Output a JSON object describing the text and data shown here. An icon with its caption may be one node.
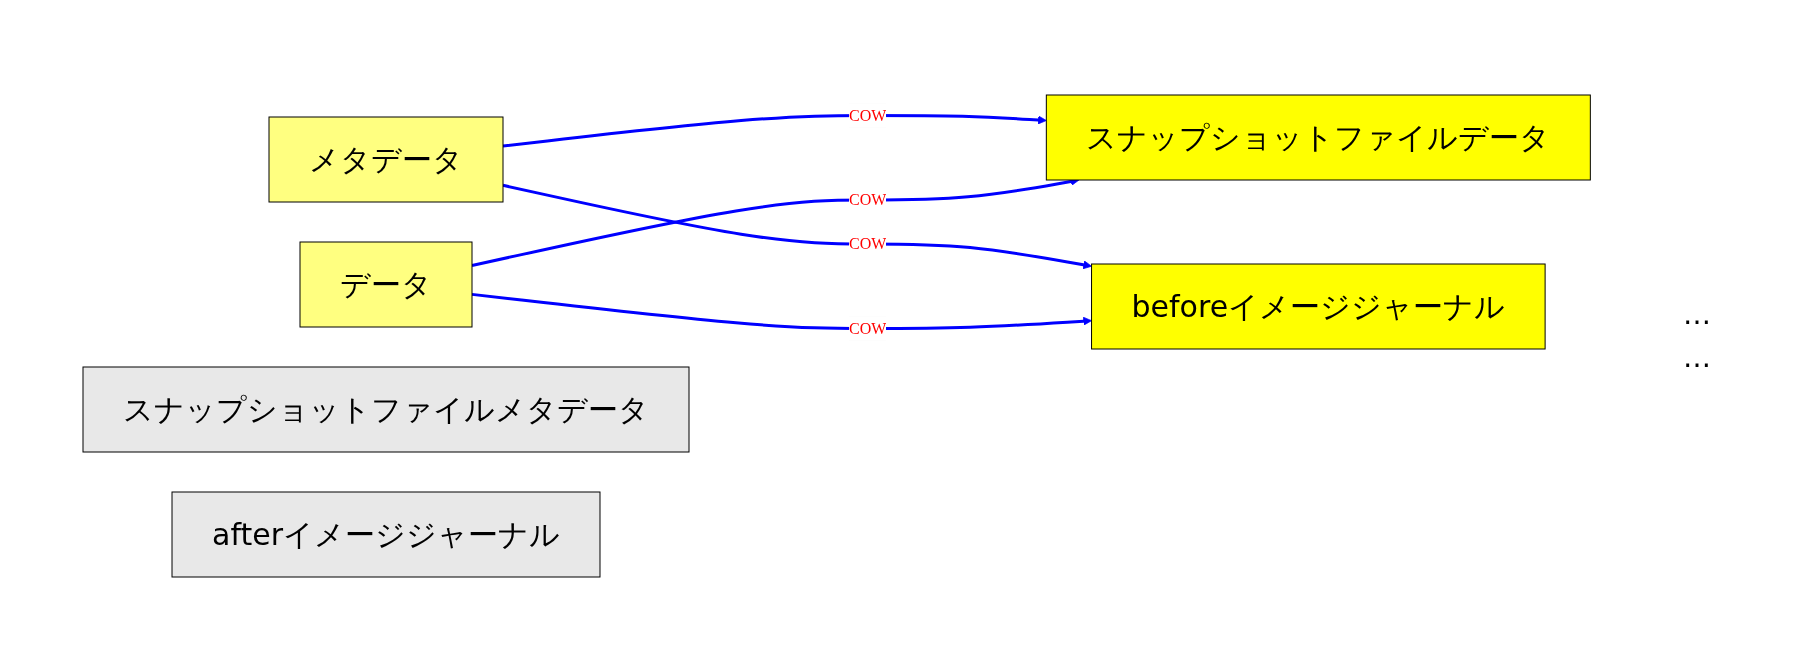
{
  "diagram": {
    "nodes": [
      {
        "text": [
          "メタデータ"
        ]
      },
      {
        "text": [
          "スナップショットファイルメタデータ"
        ]
      },
      {
        "text": [
          "データ"
        ]
      },
      {
        "text": [
          "スナップショットファイルデータ"
        ]
      },
      {
        "text": [
          "afterイメージジャーナル"
        ]
      },
      {
        "text": [
          "beforeイメージジャーナル"
        ]
      }
    ],
    "edges": [
      {
        "from": 0,
        "to": 3,
        "arrow": "to",
        "label": "COW"
      },
      {
        "from": 0,
        "to": 5,
        "arrow": "to",
        "label": "COW"
      },
      {
        "from": 2,
        "to": 3,
        "arrow": "to",
        "label": "COW"
      },
      {
        "from": 2,
        "to": 5,
        "arrow": "to",
        "label": "COW"
      }
    ],
    "labels": [
      "…",
      "…"
    ]
  }
}
